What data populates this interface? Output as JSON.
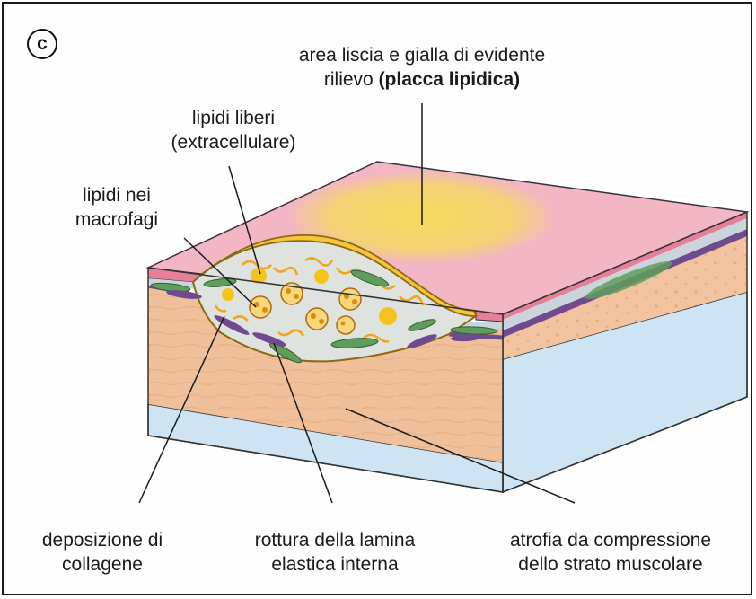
{
  "panel_letter": "c",
  "labels": {
    "top_line1": "area liscia e gialla di evidente",
    "top_line2_prefix": "rilievo ",
    "top_line2_bold": "(placca lipidica)",
    "free_lipids_line1": "lipidi liberi",
    "free_lipids_line2": "(extracellulare)",
    "macrophage_line1": "lipidi nei",
    "macrophage_line2": "macrofagi",
    "collagen_line1": "deposizione di",
    "collagen_line2": "collagene",
    "lamina_line1": "rottura della lamina",
    "lamina_line2": "elastica interna",
    "atrophy_line1": "atrofia da compressione",
    "atrophy_line2": "dello strato muscolare"
  },
  "colors": {
    "intima_surface": "#f2b6c4",
    "plaque_yellow": "#f6dd56",
    "media_tan": "#f3cfa8",
    "media_front": "#efc09a",
    "adventitia_blue": "#cfe4f2",
    "elastic_purple": "#6f4a8e",
    "smooth_muscle_green": "#5f9d5a",
    "lipid_orange": "#f3a31c"
  }
}
